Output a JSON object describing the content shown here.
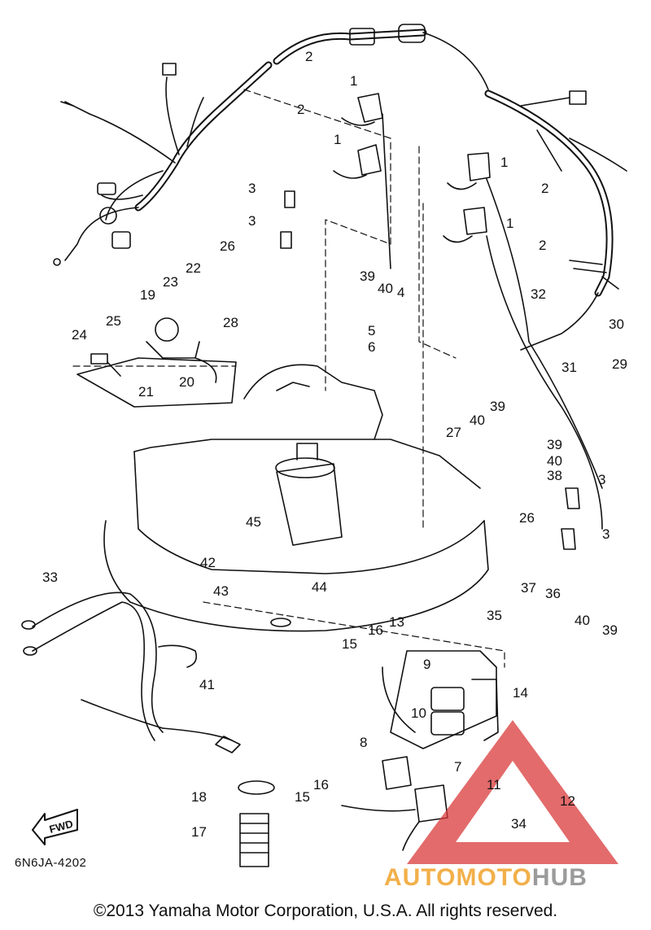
{
  "diagram": {
    "part_code": "6N6JA-4202",
    "fwd_label": "FWD",
    "copyright": "©2013 Yamaha Motor Corporation, U.S.A. All rights reserved.",
    "watermark": {
      "part1": "AUTOMOTO",
      "part2": "HUB",
      "color_accent": "#d93a3a",
      "color_orange": "#f2b04a",
      "color_gray": "#9b9b9b"
    },
    "callouts": [
      "1",
      "1",
      "1",
      "1",
      "2",
      "2",
      "2",
      "2",
      "3",
      "3",
      "3",
      "3",
      "4",
      "5",
      "6",
      "7",
      "8",
      "9",
      "10",
      "11",
      "12",
      "13",
      "14",
      "15",
      "15",
      "16",
      "16",
      "17",
      "18",
      "19",
      "20",
      "21",
      "22",
      "23",
      "24",
      "25",
      "26",
      "26",
      "27",
      "28",
      "29",
      "30",
      "31",
      "32",
      "33",
      "34",
      "35",
      "36",
      "37",
      "38",
      "39",
      "39",
      "39",
      "39",
      "40",
      "40",
      "40",
      "40",
      "41",
      "42",
      "43",
      "44",
      "45"
    ]
  }
}
